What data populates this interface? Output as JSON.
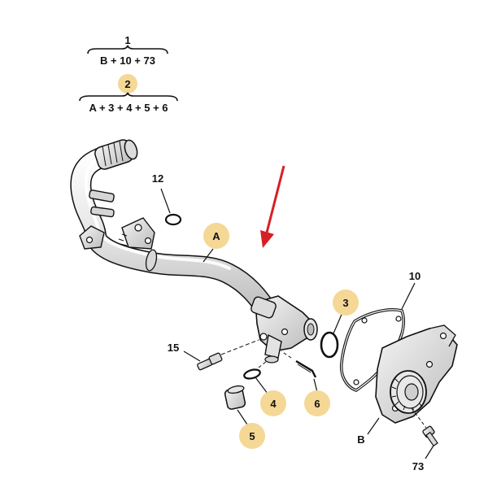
{
  "legend": {
    "group1": {
      "number": "1",
      "formula": "B + 10 + 73",
      "highlighted": false
    },
    "group2": {
      "number": "2",
      "formula": "A + 3 + 4 + 5 + 6",
      "highlighted": true
    }
  },
  "callouts": {
    "A": "A",
    "B": "B",
    "c3": "3",
    "c4": "4",
    "c5": "5",
    "c6": "6",
    "c10": "10",
    "c12": "12",
    "c15": "15",
    "c73": "73"
  },
  "colors": {
    "highlight": "#f5d796",
    "arrow": "#d71f26",
    "line": "#111111",
    "part_fill": "#eeeeee",
    "part_shade": "#cfcfcf"
  }
}
